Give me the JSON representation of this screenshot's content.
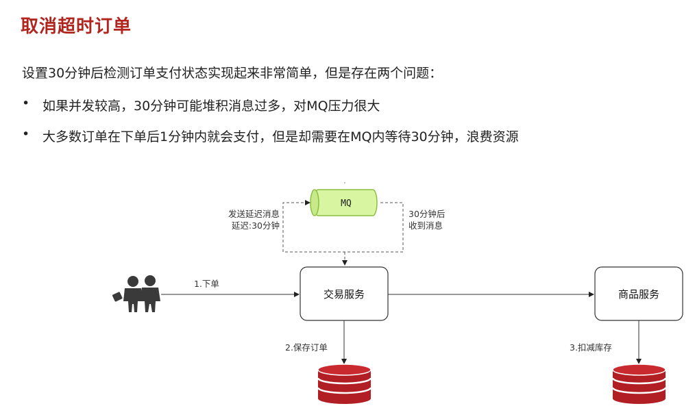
{
  "title": "取消超时订单",
  "intro": "设置30分钟后检测订单支付状态实现起来非常简单，但是存在两个问题：",
  "bullets": [
    "如果并发较高，30分钟可能堆积消息过多，对MQ压力很大",
    "大多数订单在下单后1分钟内就会支付，但是却需要在MQ内等待30分钟，浪费资源"
  ],
  "diagram": {
    "mq_label": "MQ",
    "send_delay_line1": "发送延迟消息",
    "send_delay_line2": "延迟:30分钟",
    "receive_line1": "30分钟后",
    "receive_line2": "收到消息",
    "step1": "1.下单",
    "step2": "2.保存订单",
    "step3": "3.扣减库存",
    "trade_service": "交易服务",
    "item_service": "商品服务",
    "colors": {
      "title": "#b0251e",
      "database": "#b11f24",
      "mq_fill": "#d8f5a2",
      "mq_stroke": "#8cbf3f"
    }
  }
}
